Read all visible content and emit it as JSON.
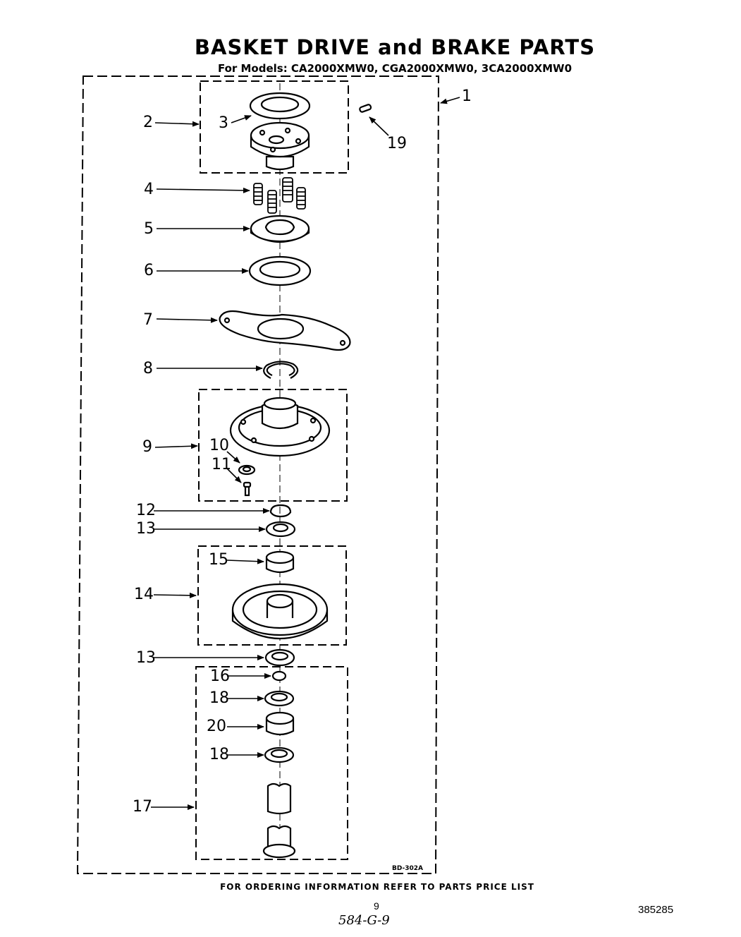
{
  "title": "BASKET DRIVE and BRAKE PARTS",
  "subtitle": "For Models: CA2000XMW0, CGA2000XMW0, 3CA2000XMW0",
  "callouts": {
    "c1": "1",
    "c2": "2",
    "c3": "3",
    "c4": "4",
    "c5": "5",
    "c6": "6",
    "c7": "7",
    "c8": "8",
    "c9": "9",
    "c10": "10",
    "c11": "11",
    "c12": "12",
    "c13a": "13",
    "c13b": "13",
    "c14": "14",
    "c15": "15",
    "c16": "16",
    "c17": "17",
    "c18a": "18",
    "c18b": "18",
    "c19": "19",
    "c20": "20"
  },
  "drawing_ref": "BD-302A",
  "footer": "FOR ORDERING INFORMATION REFER TO PARTS PRICE LIST",
  "page_number": "9",
  "handwritten_note": "584-G-9",
  "document_number": "385285"
}
